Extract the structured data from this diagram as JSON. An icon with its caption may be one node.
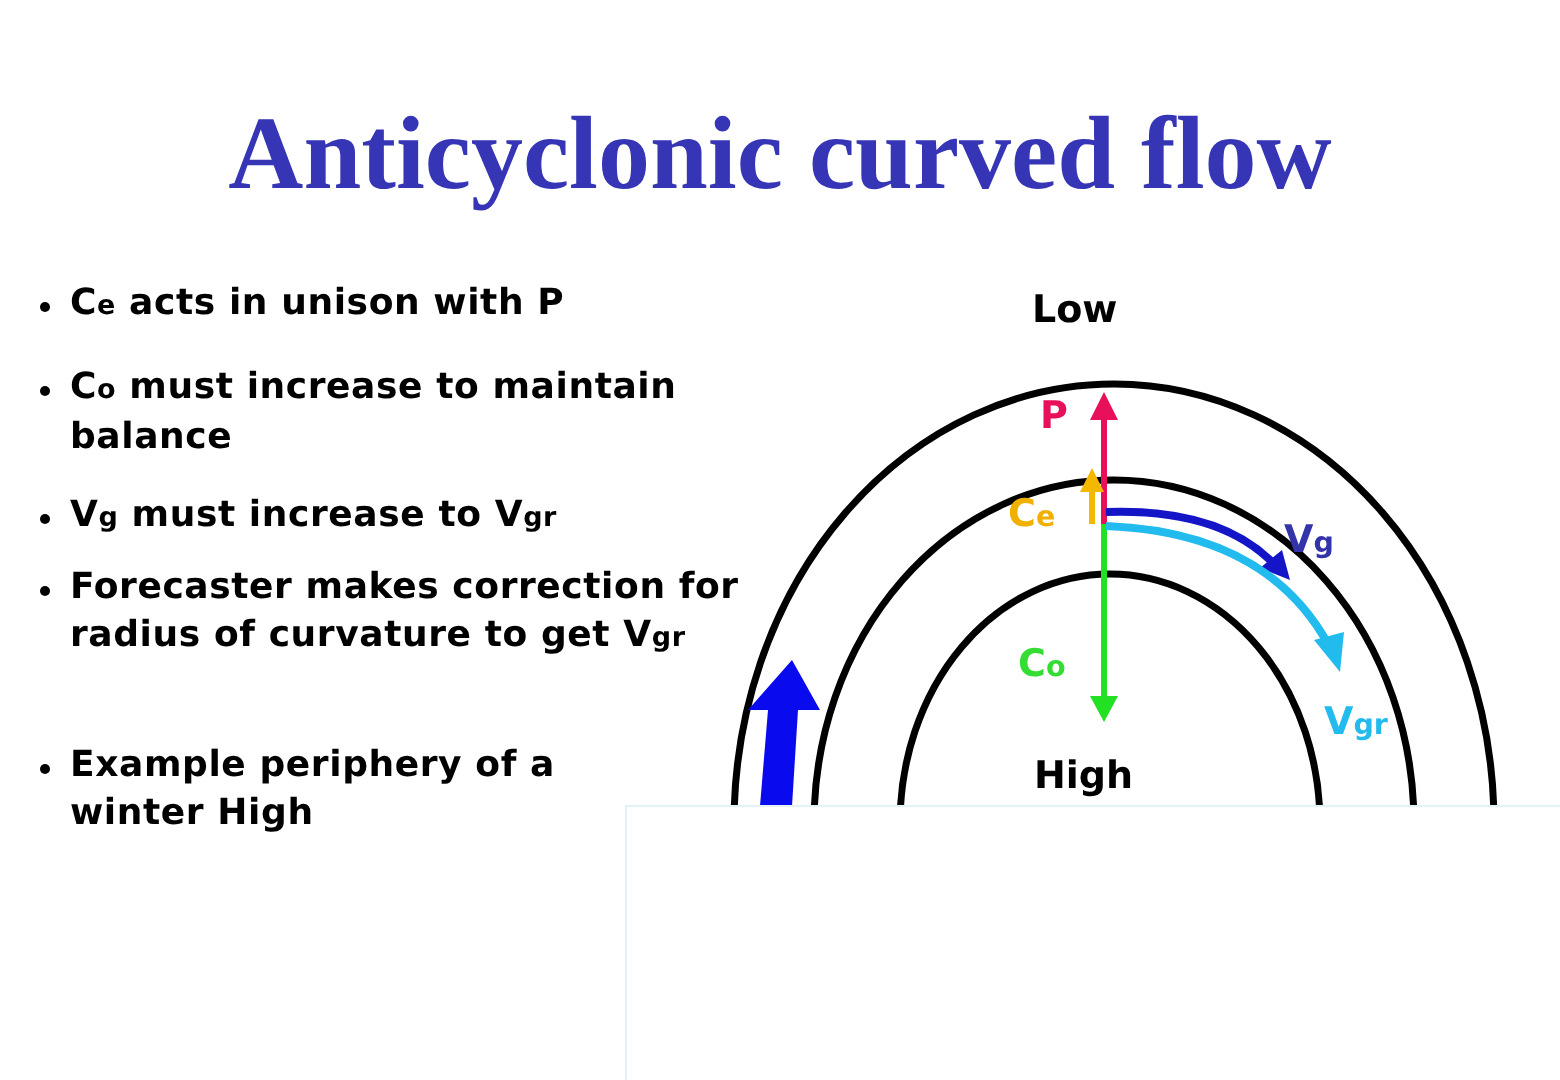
{
  "diagram": {
    "title": "Anticyclonic curved flow",
    "labels": [
      "C$_{e}$ acts in unison with P",
      "C$_{o}$ must increase to maintain balance",
      "V$_{g}$ must increase to V$_{gr}$",
      "Forecaster makes correction for radius of curvature to get V$_{gr}$",
      "Example periphery of a winter High",
      "Low",
      "P",
      "C$_{e}$",
      "V$_{g}$",
      "C$_{o}$",
      "V$_{gr}$",
      "High"
    ]
  }
}
